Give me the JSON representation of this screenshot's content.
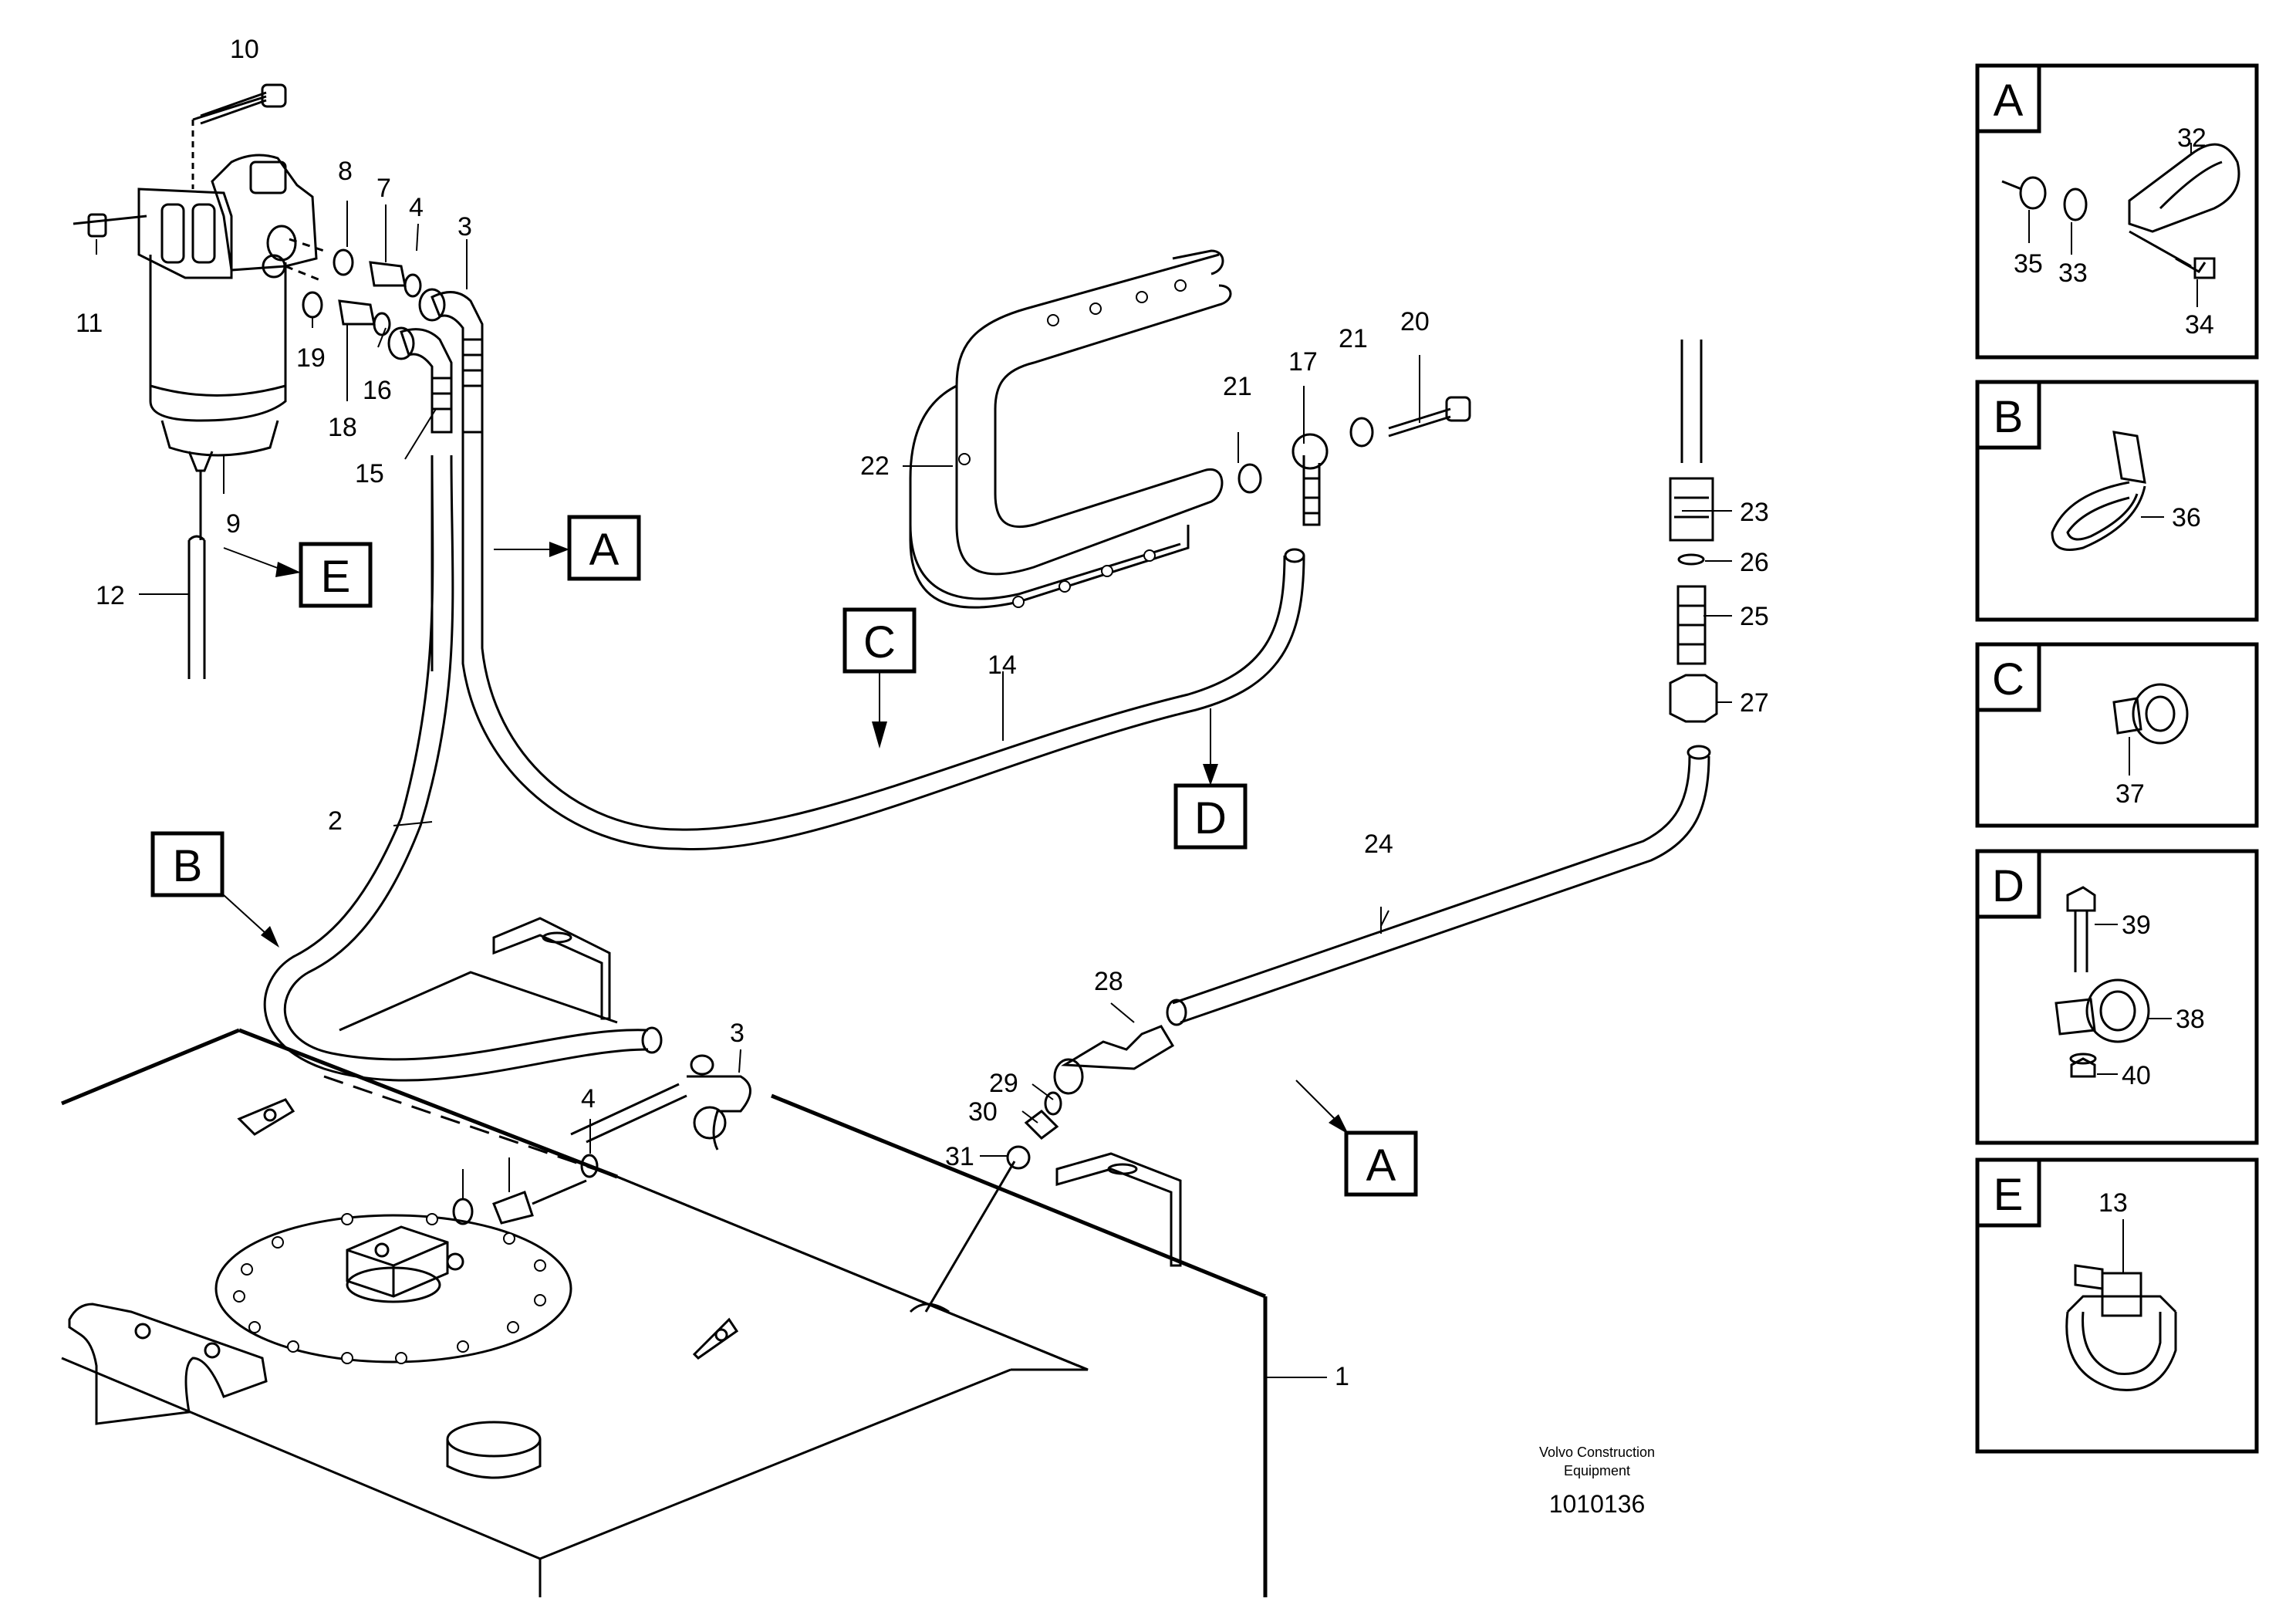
{
  "callouts": {
    "n1": "1",
    "n2": "2",
    "n3a": "3",
    "n3b": "3",
    "n4a": "4",
    "n4b": "4",
    "n7": "7",
    "n8": "8",
    "n9": "9",
    "n10": "10",
    "n11": "11",
    "n12": "12",
    "n13": "13",
    "n14": "14",
    "n15": "15",
    "n16": "16",
    "n17": "17",
    "n18": "18",
    "n19": "19",
    "n20": "20",
    "n21a": "21",
    "n21b": "21",
    "n22": "22",
    "n23": "23",
    "n24": "24",
    "n25": "25",
    "n26": "26",
    "n27": "27",
    "n28": "28",
    "n29": "29",
    "n30": "30",
    "n31": "31",
    "n32": "32",
    "n33": "33",
    "n34": "34",
    "n35": "35",
    "n36": "36",
    "n37": "37",
    "n38": "38",
    "n39": "39",
    "n40": "40"
  },
  "view_markers": {
    "a_main": "A",
    "a_lower": "A",
    "b_main": "B",
    "c_main": "C",
    "d_main": "D",
    "e_main": "E"
  },
  "detail_panels": {
    "a": "A",
    "b": "B",
    "c": "C",
    "d": "D",
    "e": "E"
  },
  "footer": {
    "brand_line1": "Volvo Construction",
    "brand_line2": "Equipment",
    "drawing_number": "1010136"
  }
}
